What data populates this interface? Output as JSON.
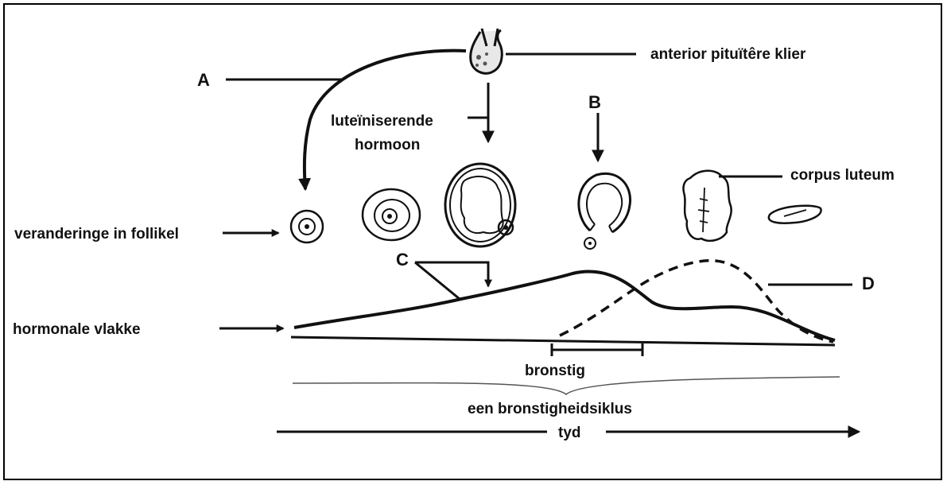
{
  "labels": {
    "anterior_pituitary": "anterior pituïtêre klier",
    "A": "A",
    "luteinising_line1": "luteïniserende",
    "luteinising_line2": "hormoon",
    "B": "B",
    "corpus_luteum": "corpus luteum",
    "follicle_changes": "veranderinge in follikel",
    "C": "C",
    "D": "D",
    "hormone_levels": "hormonale vlakke",
    "in_heat": "bronstig",
    "oestrous_cycle": "een bronstigheidsiklus",
    "time": "tyd"
  },
  "colors": {
    "ink": "#111111",
    "gland_fill": "#e8e8e8"
  }
}
